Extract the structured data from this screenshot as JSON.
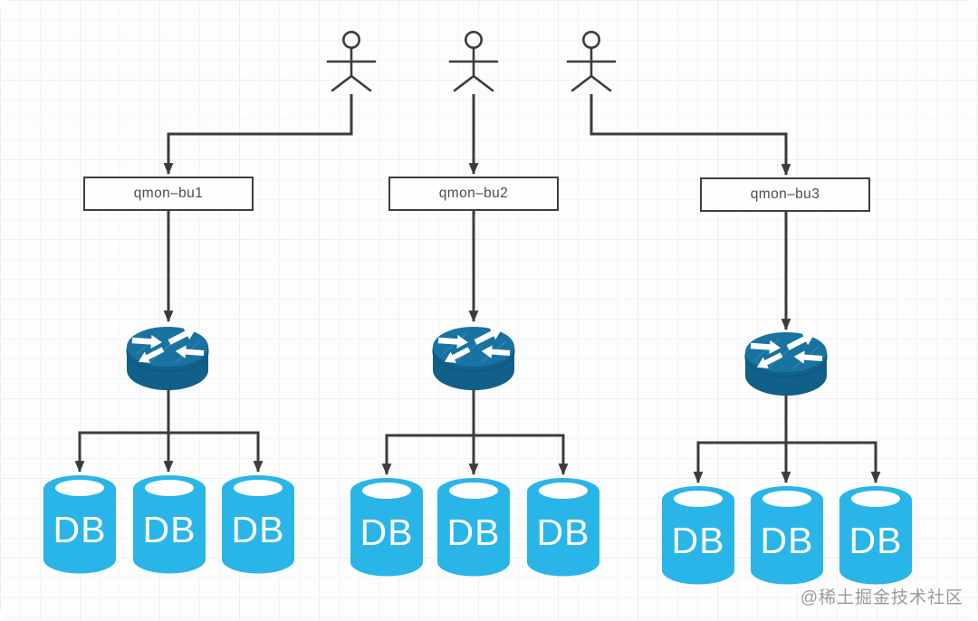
{
  "clusters": [
    {
      "service_label": "qmon–bu1",
      "router_icon": "router-icon",
      "databases": [
        "DB",
        "DB",
        "DB"
      ]
    },
    {
      "service_label": "qmon–bu2",
      "router_icon": "router-icon",
      "databases": [
        "DB",
        "DB",
        "DB"
      ]
    },
    {
      "service_label": "qmon–bu3",
      "router_icon": "router-icon",
      "databases": [
        "DB",
        "DB",
        "DB"
      ]
    }
  ],
  "actors": [
    {
      "icon": "user-actor-icon"
    },
    {
      "icon": "user-actor-icon"
    },
    {
      "icon": "user-actor-icon"
    }
  ],
  "watermark": "@稀土掘金技术社区",
  "colors": {
    "database_fill": "#29B5E8",
    "router_body": "#11608A",
    "router_top": "#1973A1",
    "connector": "#3C3C3C",
    "box_border": "#3F3F3F",
    "grid_line": "#ECEEF2",
    "watermark_text": "#9B9B9B",
    "canvas_background": "#FDFDFE"
  }
}
